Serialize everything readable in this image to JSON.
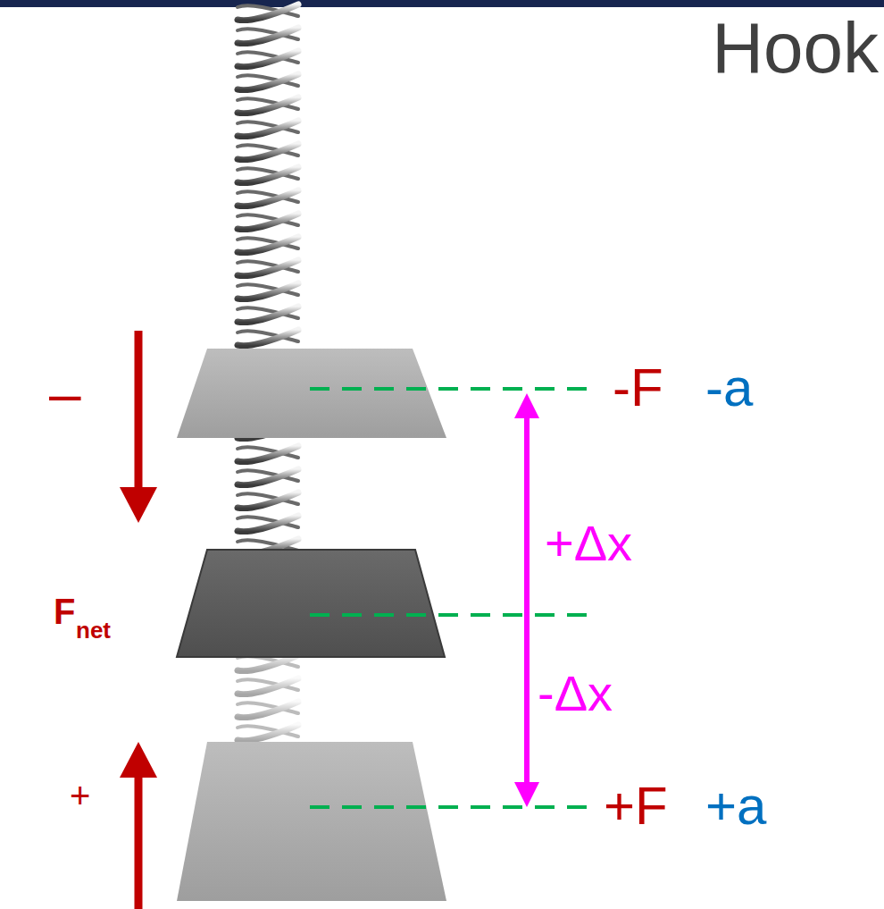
{
  "diagram": {
    "title": "Hook",
    "labels": [
      "–",
      "F",
      "net",
      "+",
      "-F",
      "-a",
      "+Δx",
      "-Δx",
      "+F",
      "+a"
    ]
  }
}
